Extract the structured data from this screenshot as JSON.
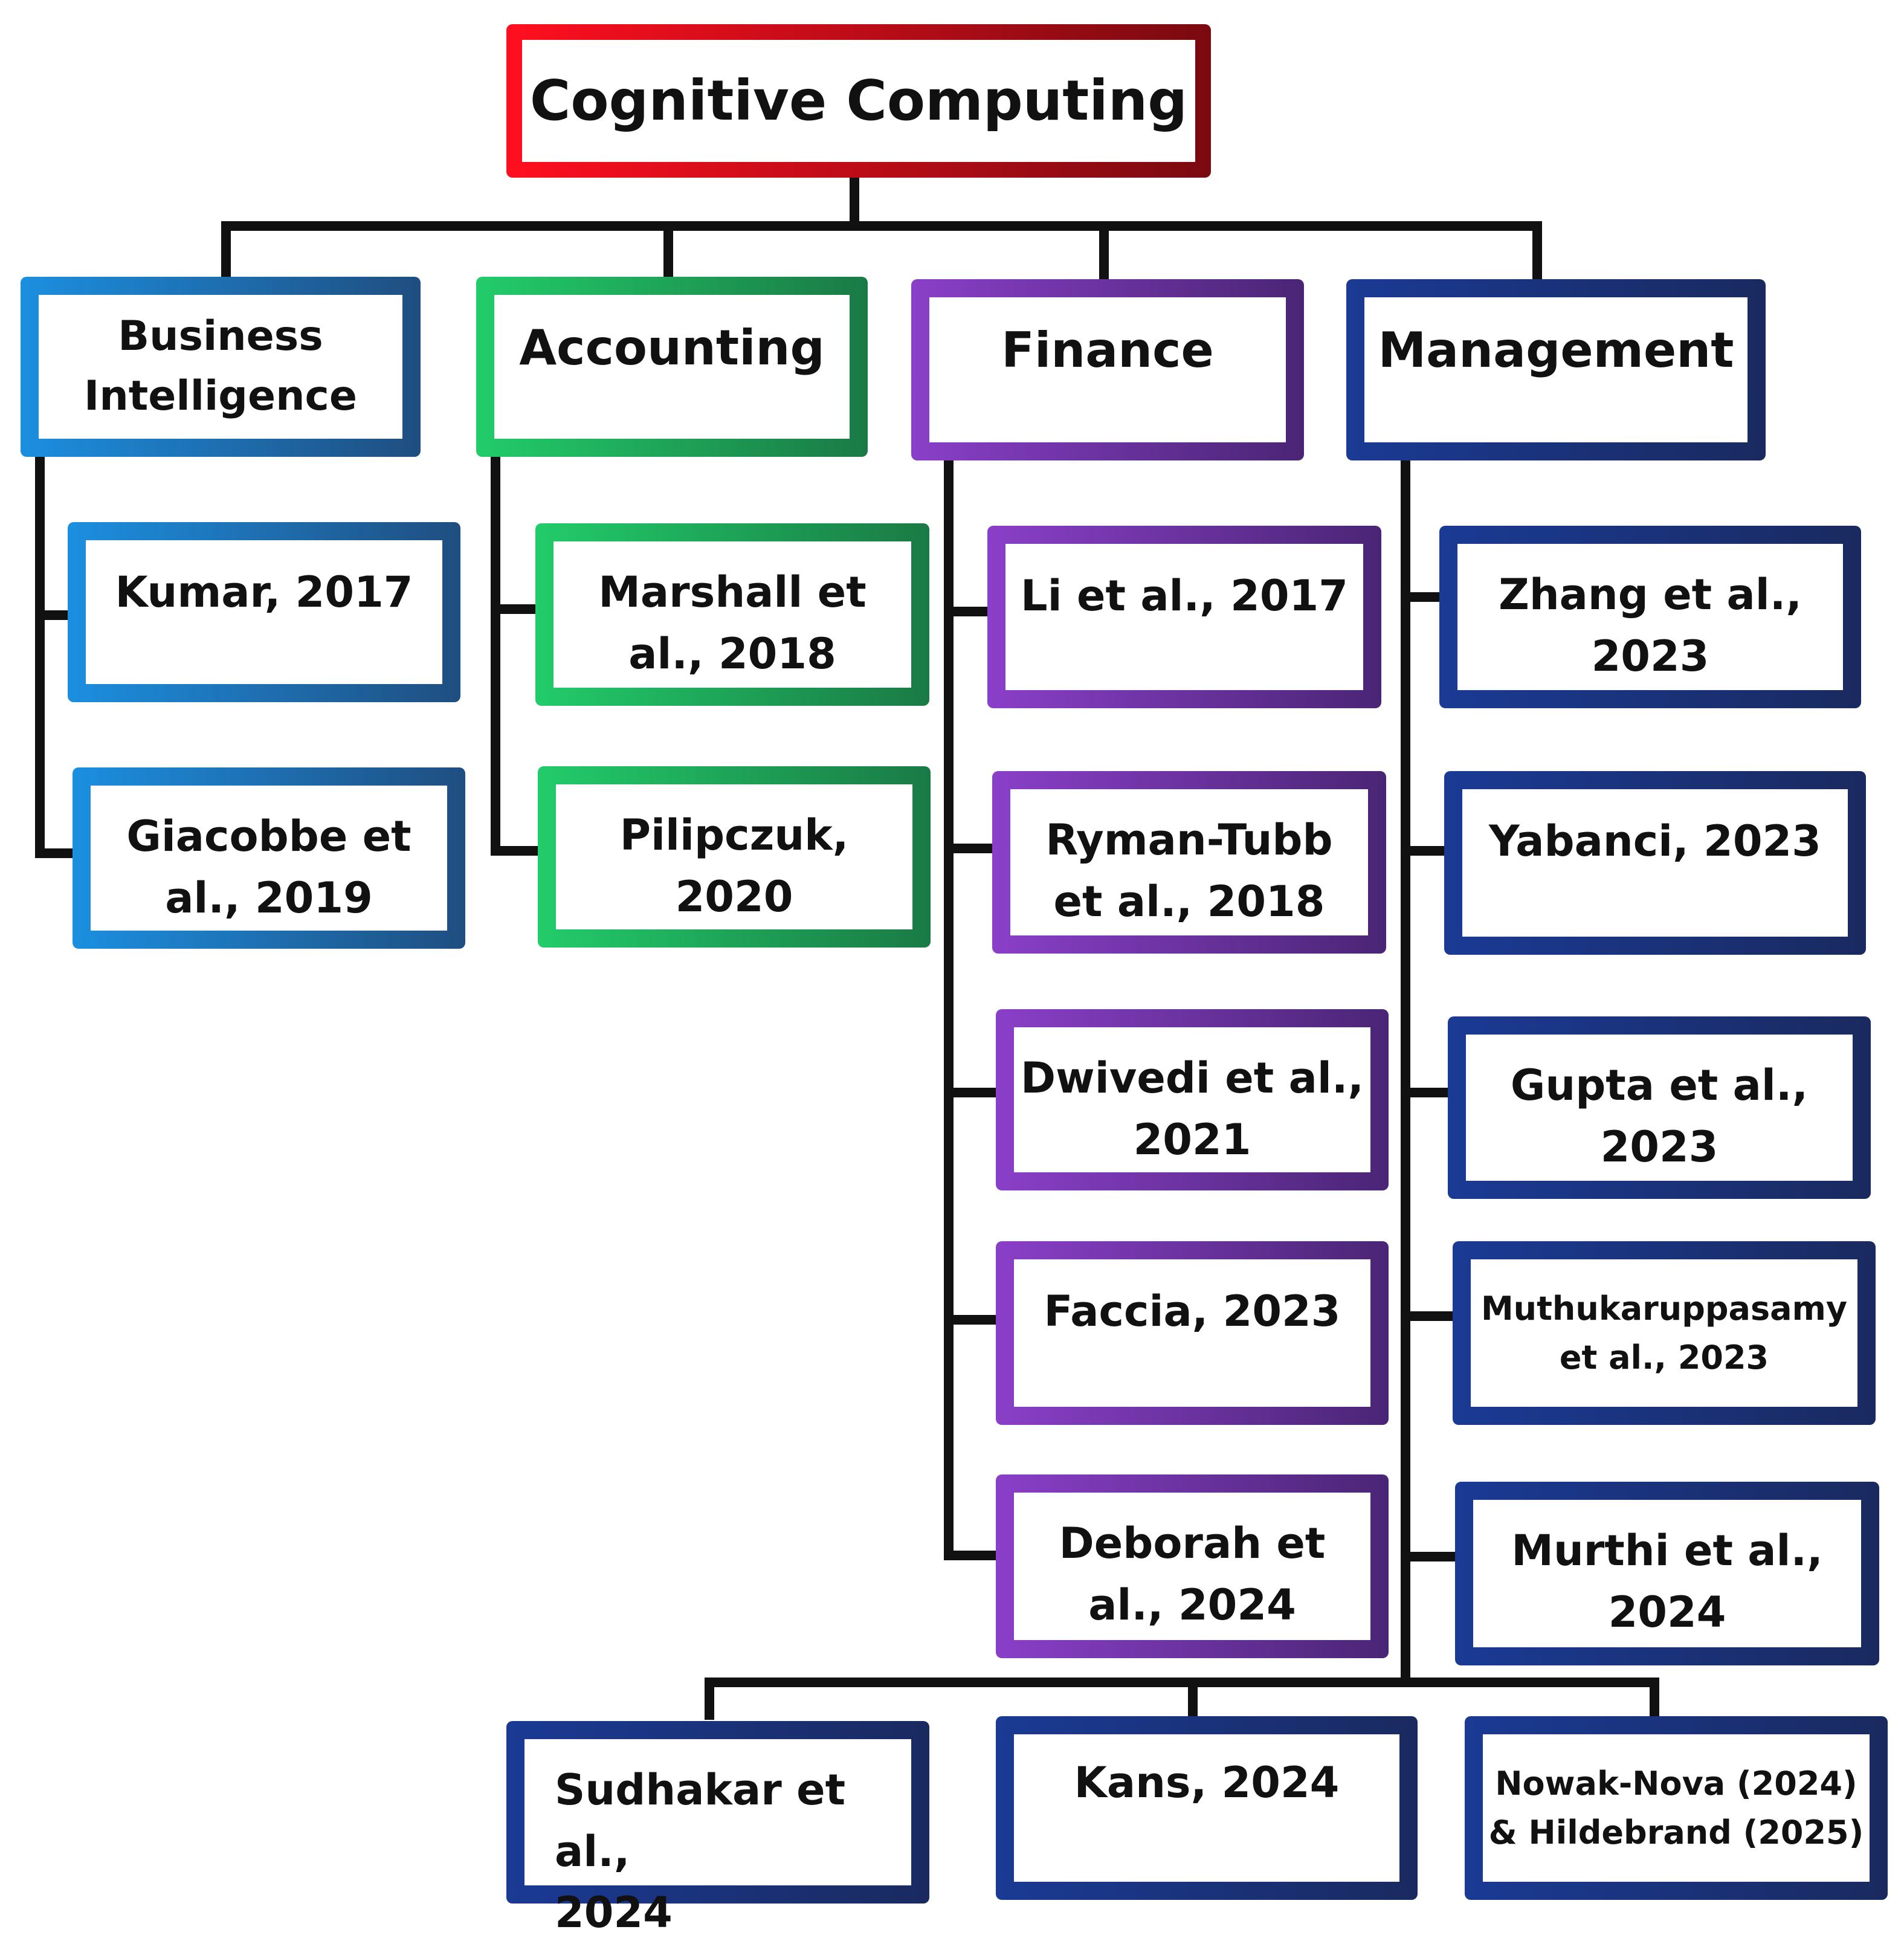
{
  "root": {
    "label": "Cognitive Computing"
  },
  "colors": {
    "root": [
      "#ff0f1f",
      "#7a0a10"
    ],
    "business_intelligence": [
      "#1c8fe0",
      "#1f4e80"
    ],
    "accounting": [
      "#22cc6a",
      "#1a7a45"
    ],
    "finance": [
      "#8a3fc8",
      "#4a2575"
    ],
    "management": [
      "#1a3a94",
      "#1a2a60"
    ],
    "connector": "#111111"
  },
  "categories": [
    {
      "key": "business_intelligence",
      "label": "Business\nIntelligence",
      "items": [
        "Kumar, 2017",
        "Giacobbe et\nal., 2019"
      ]
    },
    {
      "key": "accounting",
      "label": "Accounting",
      "items": [
        "Marshall et\nal., 2018",
        "Pilipczuk,\n2020"
      ]
    },
    {
      "key": "finance",
      "label": "Finance",
      "items": [
        "Li et al., 2017",
        "Ryman-Tubb\net al., 2018",
        "Dwivedi et al.,\n2021",
        "Faccia, 2023",
        "Deborah et\nal., 2024"
      ]
    },
    {
      "key": "management",
      "label": "Management",
      "items": [
        "Zhang et al.,\n2023",
        "Yabanci, 2023",
        "Gupta et al.,\n2023",
        "Muthukaruppasamy\net al., 2023",
        "Murthi et al.,\n2024"
      ],
      "bottom_items": [
        "Sudhakar et al.,\n2024",
        "Kans, 2024",
        "Nowak-Nova (2024)\n& Hildebrand (2025)"
      ]
    }
  ]
}
